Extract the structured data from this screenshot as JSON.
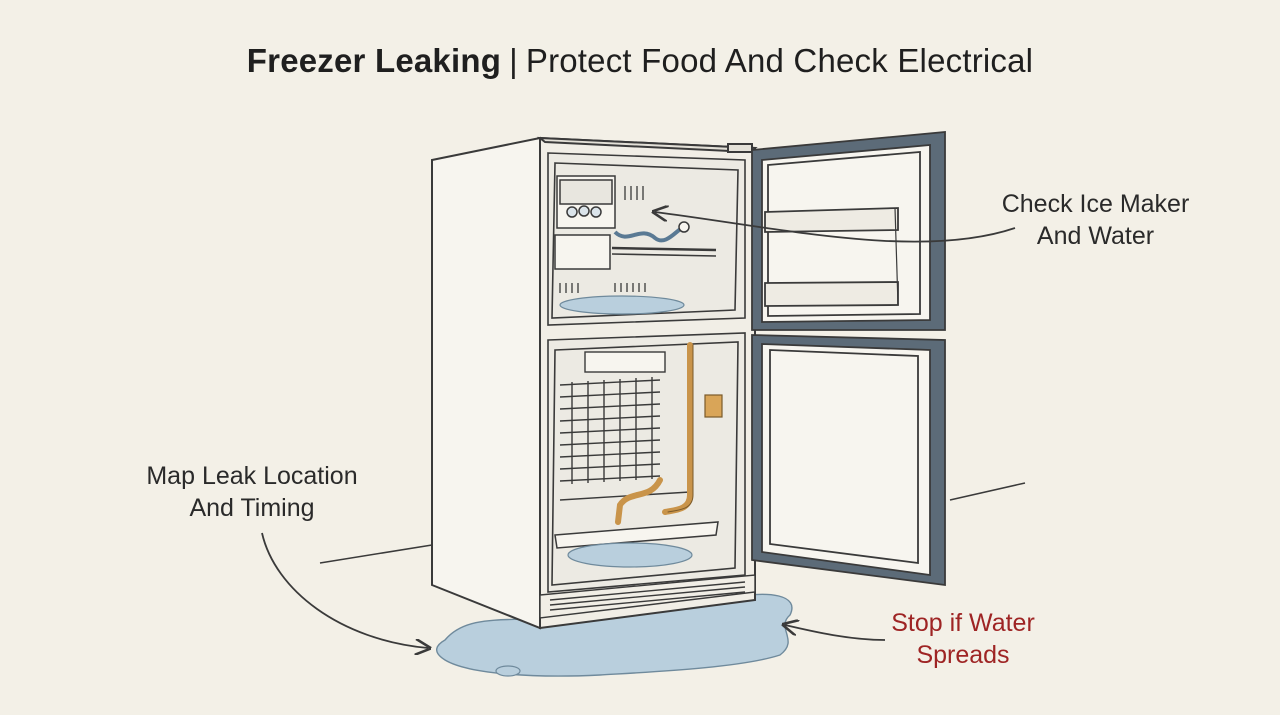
{
  "title": {
    "bold": "Freezer Leaking",
    "separator": "|",
    "rest": "Protect Food And Check Electrical"
  },
  "callouts": {
    "ice_maker": {
      "line1": "Check Ice Maker",
      "line2": "And Water"
    },
    "leak_map": {
      "line1": "Map Leak Location",
      "line2": "And Timing"
    },
    "stop": {
      "line1": "Stop if Water",
      "line2": "Spreads"
    }
  },
  "colors": {
    "background": "#f3f0e7",
    "line": "#3a3a3a",
    "water": "#b9cfdd",
    "pipe": "#c9944a",
    "door_panel": "#5c6b78",
    "warning_text": "#9e2424"
  }
}
